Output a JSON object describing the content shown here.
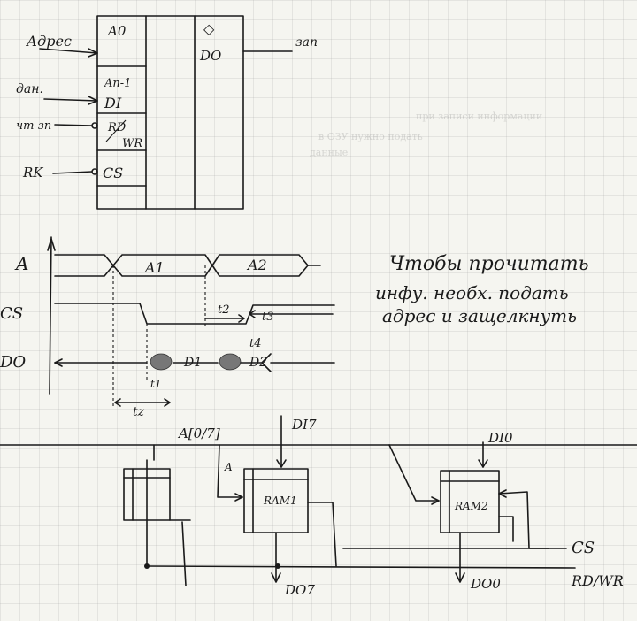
{
  "memory_block": {
    "pins_left": {
      "address_label": "Адрес",
      "data_label": "дан.",
      "rw_label": "чт-зп",
      "rk_label": "RK"
    },
    "pins_inside": {
      "a0": "A0",
      "an1": "An-1",
      "di": "DI",
      "rd": "RD",
      "wr": "WR",
      "cs": "CS",
      "do": "DO",
      "diamond": "◇"
    },
    "output_label": "зап"
  },
  "timing": {
    "signal_a": "A",
    "signal_cs": "CS",
    "signal_do": "DO",
    "bus_a1": "A1",
    "bus_a2": "A2",
    "data_d1": "D1",
    "data_d2": "D2",
    "t1": "t1",
    "t2": "t2",
    "t3": "t3",
    "t4": "t4",
    "tz": "tz"
  },
  "note": {
    "line1": "Чтобы прочитать",
    "line2": "инфу. необх. подать",
    "line3": "адрес и защелкнуть"
  },
  "circuit": {
    "bus_label": "A[0/7]",
    "di7": "DI7",
    "di0": "DI0",
    "ram1": "RAM1",
    "ram2": "RAM2",
    "do7": "DO7",
    "do0": "DO0",
    "cs": "CS",
    "rdwr": "RD/WR",
    "a_small": "A"
  },
  "ghost_text": {
    "g1": "при записи информации",
    "g2": "в ОЗУ нужно подать",
    "g3": "данные"
  }
}
